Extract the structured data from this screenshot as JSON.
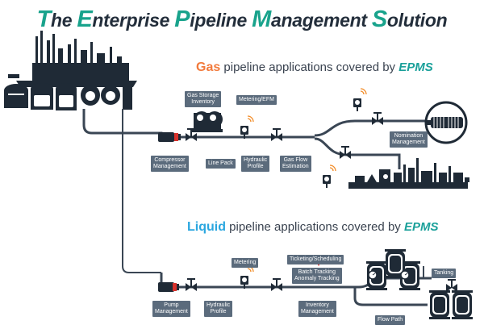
{
  "title": {
    "letters": [
      "T",
      "E",
      "P",
      "M",
      "S"
    ],
    "parts": [
      "he ",
      "nterprise ",
      "ipeline ",
      "anagement ",
      "olution"
    ]
  },
  "gas": {
    "keyword": "Gas",
    "text": " pipeline applications covered by ",
    "epms": "EPMS",
    "keyword_color": "#f27a3c",
    "labels": {
      "gas_storage": "Gas Storage\nInventory",
      "metering_efm": "Metering/EFM",
      "compressor": "Compressor\nManagement",
      "line_pack": "Line Pack",
      "hydraulic": "Hydraulic\nProfile",
      "gas_flow": "Gas Flow\nEstimation",
      "nomination": "Nomination\nManagement"
    }
  },
  "liquid": {
    "keyword": "Liquid",
    "text": " pipeline applications covered by ",
    "epms": "EPMS",
    "keyword_color": "#2aa6df",
    "labels": {
      "metering": "Metering",
      "ticketing": "Ticketing/Scheduling",
      "batch": "Batch Tracking\nAnomaly Tracking",
      "tanking": "Tanking",
      "pump": "Pump\nManagement",
      "hydraulic": "Hydraulic\nProfile",
      "inventory": "Inventory\nManagement",
      "flow_path": "Flow Path"
    }
  },
  "colors": {
    "dark": "#1f2a36",
    "pipe": "#3a4654",
    "label_bg": "#5b6b7c",
    "accent_red": "#d8322c",
    "signal": "#f28c28"
  }
}
